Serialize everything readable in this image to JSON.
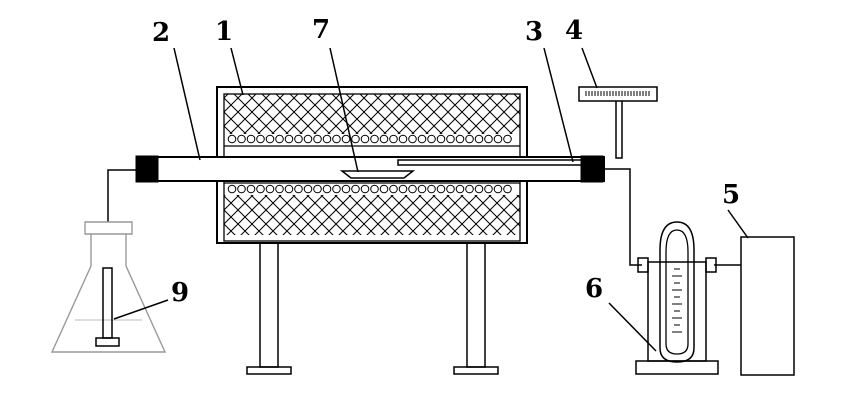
{
  "callouts": {
    "c1": "1",
    "c2": "2",
    "c3": "3",
    "c4": "4",
    "c5": "5",
    "c6": "6",
    "c7": "7",
    "c9": "9"
  },
  "colors": {
    "line": "#000000",
    "glassware": "#999999",
    "background": "#ffffff"
  }
}
